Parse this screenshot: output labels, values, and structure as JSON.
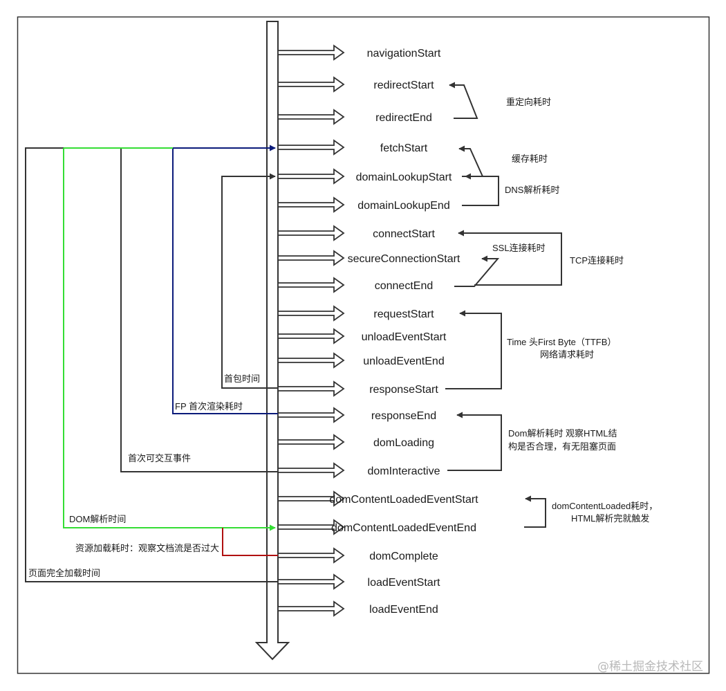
{
  "events": [
    "navigationStart",
    "redirectStart",
    "redirectEnd",
    "fetchStart",
    "domainLookupStart",
    "domainLookupEnd",
    "connectStart",
    "secureConnectionStart",
    "connectEnd",
    "requestStart",
    "unloadEventStart",
    "unloadEventEnd",
    "responseStart",
    "responseEnd",
    "domLoading",
    "domInteractive",
    "domContentLoadedEventStart",
    "domContentLoadedEventEnd",
    "domComplete",
    "loadEventStart",
    "loadEventEnd"
  ],
  "right_notes": {
    "redirect": "重定向耗时",
    "cache": "缓存耗时",
    "dns": "DNS解析耗时",
    "ssl": "SSL连接耗时",
    "tcp": "TCP连接耗时",
    "ttfb_line1": "Time 头First Byte（TTFB）",
    "ttfb_line2": "网络请求耗时",
    "dom_line1": "Dom解析耗时 观察HTML结",
    "dom_line2": "构是否合理，有无阻塞页面",
    "dcl_line1": "domContentLoaded耗时，",
    "dcl_line2": "HTML解析完就触发"
  },
  "left_notes": {
    "first_packet": "首包时间",
    "fp": "FP 首次渲染耗时",
    "first_interactive": "首次可交互事件",
    "dom_parse": "DOM解析时间",
    "resource_load": "资源加载耗时：观察文档流是否过大",
    "page_load": "页面完全加载时间"
  },
  "colors": {
    "outline": "#333333",
    "green": "#33dd33",
    "navy": "#0a1a7a",
    "red": "#b01010"
  },
  "watermark": "@稀土掘金技术社区"
}
